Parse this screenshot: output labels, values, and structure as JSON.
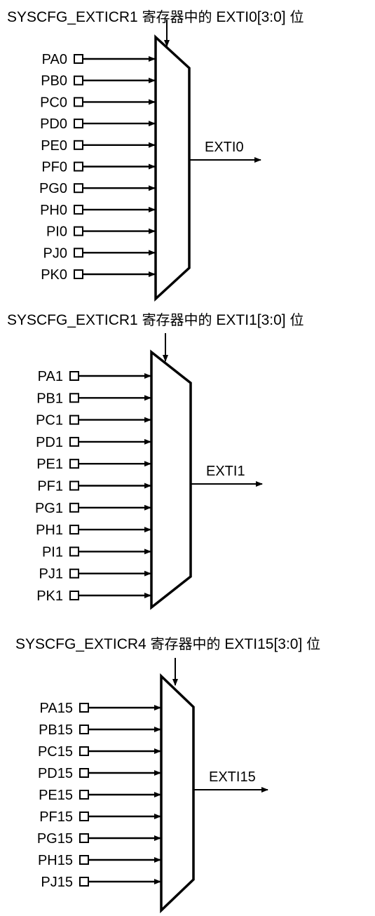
{
  "diagrams": [
    {
      "title_reg": "SYSCFG_EXTICR1",
      "title_cn": "寄存器中的",
      "title_field": "EXTI0[3:0]",
      "title_suffix": "位",
      "inputs": [
        "PA0",
        "PB0",
        "PC0",
        "PD0",
        "PE0",
        "PF0",
        "PG0",
        "PH0",
        "PI0",
        "PJ0",
        "PK0"
      ],
      "output": "EXTI0"
    },
    {
      "title_reg": "SYSCFG_EXTICR1",
      "title_cn": "寄存器中的",
      "title_field": "EXTI1[3:0]",
      "title_suffix": "位",
      "inputs": [
        "PA1",
        "PB1",
        "PC1",
        "PD1",
        "PE1",
        "PF1",
        "PG1",
        "PH1",
        "PI1",
        "PJ1",
        "PK1"
      ],
      "output": "EXTI1"
    },
    {
      "title_reg": "SYSCFG_EXTICR4",
      "title_cn": "寄存器中的",
      "title_field": "EXTI15[3:0]",
      "title_suffix": "位",
      "inputs": [
        "PA15",
        "PB15",
        "PC15",
        "PD15",
        "PE15",
        "PF15",
        "PG15",
        "PH15",
        "PJ15"
      ],
      "output": "EXTI15"
    }
  ]
}
